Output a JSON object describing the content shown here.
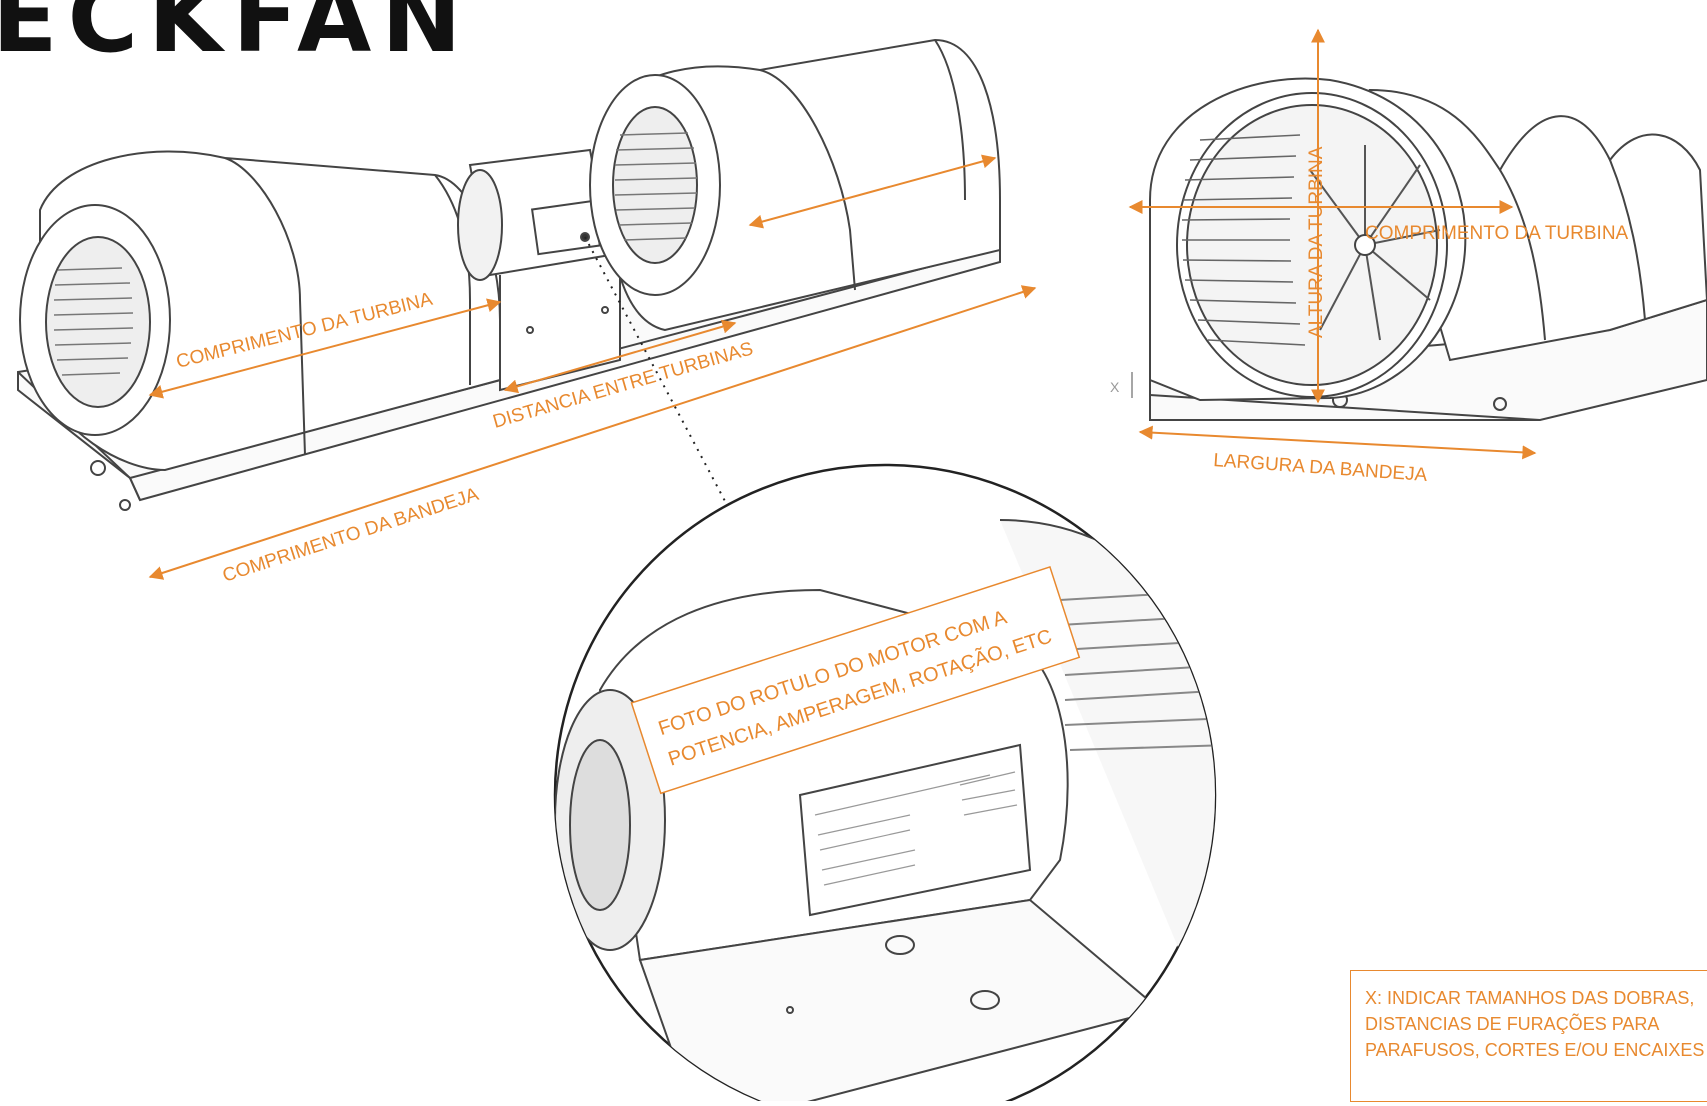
{
  "logo": {
    "text": "ECKFAN"
  },
  "colors": {
    "annotation": "#e8892f",
    "drawing": "#444444"
  },
  "labels": {
    "comprimento_turbina_left": "COMPRIMENTO DA TURBINA",
    "distancia_entre_turbinas": "DISTANCIA ENTRE TURBINAS",
    "comprimento_bandeja": "COMPRIMENTO DA BANDEJA",
    "altura_turbina": "ALTURA DA TURBINA",
    "comprimento_turbina_right": "COMPRIMENTO DA TURBINA",
    "largura_bandeja": "LARGURA DA BANDEJA",
    "x_marker": "X"
  },
  "motor_label_box": {
    "line1": "FOTO DO ROTULO DO MOTOR COM A",
    "line2": "POTENCIA, AMPERAGEM, ROTAÇÃO, ETC"
  },
  "note_box": {
    "line1": "X: INDICAR TAMANHOS DAS DOBRAS,",
    "line2": "DISTANCIAS DE FURAÇÕES PARA",
    "line3": "PARAFUSOS, CORTES E/OU ENCAIXES"
  }
}
